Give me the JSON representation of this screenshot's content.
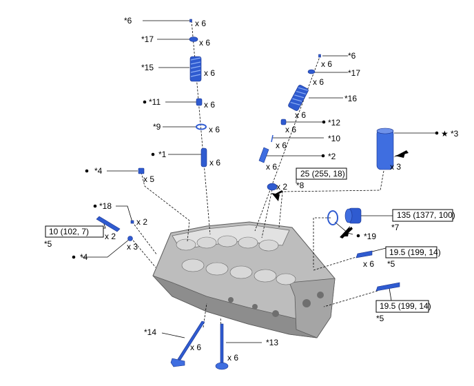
{
  "labels": {
    "l6a": "*6",
    "q6a": "x 6",
    "l17a": "*17",
    "q17a": "x 6",
    "l15": "*15",
    "q15": "x 6",
    "l11": "*11",
    "q11": "x 6",
    "l9": "*9",
    "q9": "x 6",
    "l1": "*1",
    "q1": "x 6",
    "l4a": "*4",
    "q4a": "x 5",
    "l18": "*18",
    "q18": "x 2",
    "l5a": "*5",
    "q5a": "x 2",
    "l4b": "*4",
    "q4b": "x 3",
    "l6b": "*6",
    "q6b": "x 6",
    "l17b": "*17",
    "q17b": "x 6",
    "l16": "*16",
    "q16": "x 6",
    "l12": "*12",
    "q12": "x 6",
    "l10": "*10",
    "q10": "x 6",
    "l2": "*2",
    "q2": "x 6",
    "l3": "*3",
    "q3": "x 3",
    "l8": "*8",
    "q8": "x 2",
    "l7": "*7",
    "l19": "*19",
    "l5b": "*5",
    "q5b": "x 6",
    "l5c": "*5",
    "l14": "*14",
    "q14": "x 6",
    "l13": "*13",
    "q13": "x 6"
  },
  "torque": {
    "t1": "10 (102, 7)",
    "t2": "25 (255, 18)",
    "t3": "135 (1377, 100)",
    "t4": "19.5 (199, 14)",
    "t5": "19.5 (199, 14)"
  },
  "symbols": {
    "star": "★"
  }
}
